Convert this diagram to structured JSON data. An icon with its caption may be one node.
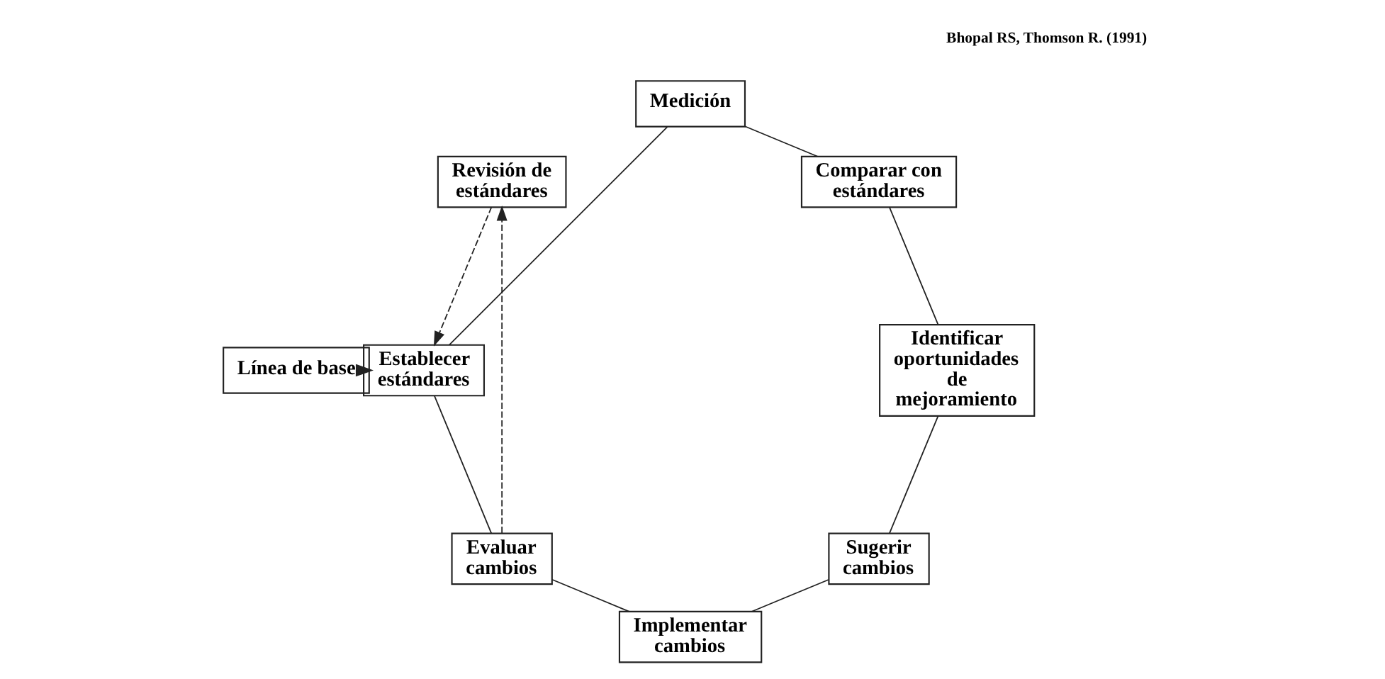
{
  "diagram": {
    "nodes": [
      {
        "text": [
          "Línea de base"
        ]
      },
      {
        "text": [
          "Establecer estándares"
        ]
      },
      {
        "text": [
          "Medición"
        ]
      },
      {
        "text": [
          "Comparar con estándares"
        ]
      },
      {
        "text": [
          "Identificar oportunidades de mejoramiento"
        ]
      },
      {
        "text": [
          "Sugerir cambios"
        ]
      },
      {
        "text": [
          "Implementar cambios"
        ]
      },
      {
        "text": [
          "Evaluar cambios"
        ]
      },
      {
        "text": [
          "Revisión de estándares"
        ]
      }
    ],
    "edges": [
      {
        "from": 0,
        "to": 1,
        "arrow": "to",
        "style": "thick"
      },
      {
        "from": 1,
        "to": 2,
        "arrow": "none"
      },
      {
        "from": 2,
        "to": 3,
        "arrow": "none"
      },
      {
        "from": 3,
        "to": 4,
        "arrow": "none"
      },
      {
        "from": 4,
        "to": 5,
        "arrow": "none"
      },
      {
        "from": 5,
        "to": 6,
        "arrow": "none"
      },
      {
        "from": 6,
        "to": 7,
        "arrow": "none"
      },
      {
        "from": 7,
        "to": 1,
        "arrow": "none"
      },
      {
        "from": 7,
        "to": 8,
        "arrow": "to",
        "style": "dashed"
      },
      {
        "from": 8,
        "to": 1,
        "arrow": "to",
        "style": "dashed"
      }
    ],
    "labels": [
      "Bhopal RS, Thomson R. (1991)"
    ]
  }
}
